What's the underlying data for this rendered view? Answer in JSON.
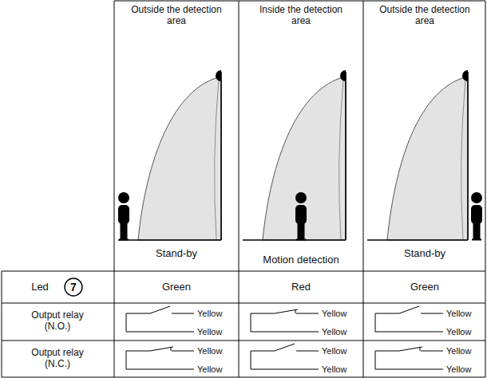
{
  "diagram": {
    "labels": [
      "Outside the detection area",
      "Inside the detection area",
      "Outside the detection area",
      "Stand-by",
      "Motion detection",
      "Stand-by",
      "Led",
      "7",
      "Green",
      "Red",
      "Green",
      "Output relay (N.O.)",
      "Yellow",
      "Yellow",
      "Yellow",
      "Yellow",
      "Yellow",
      "Yellow",
      "Output relay (N.C.)",
      "Yellow",
      "Yellow",
      "Yellow",
      "Yellow",
      "Yellow",
      "Yellow"
    ]
  }
}
